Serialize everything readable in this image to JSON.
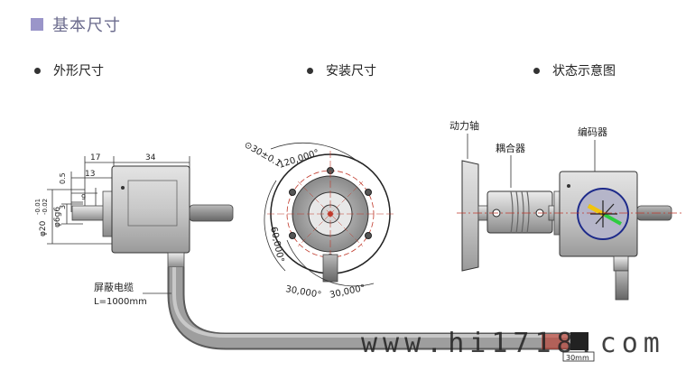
{
  "title": "基本尺寸",
  "sections": [
    {
      "label": "外形尺寸"
    },
    {
      "label": "安装尺寸"
    },
    {
      "label": "状态示意图"
    }
  ],
  "outline": {
    "dim_17": "17",
    "dim_34": "34",
    "dim_13": "13",
    "dim_0_5": "0.5",
    "dim_9": "9",
    "dim_3": "3",
    "dia_20": "φ20",
    "dia_20_tol_upper": "-0.01",
    "dia_20_tol_lower": "-0.02",
    "dia_6": "φ6g6",
    "cable_label_1": "屏蔽电缆",
    "cable_label_2": "L=1000mm"
  },
  "mounting": {
    "bolt_circle": "⊙30±0.1",
    "angle_top": "120,000°",
    "angle_left": "60,000°",
    "angle_bottom_left": "30,000°",
    "angle_bottom_right": "30,000°"
  },
  "status": {
    "shaft_label": "动力轴",
    "coupling_label": "耦合器",
    "encoder_label": "编码器",
    "scale_label": "30mm"
  },
  "watermark": "www.hi1718.com"
}
